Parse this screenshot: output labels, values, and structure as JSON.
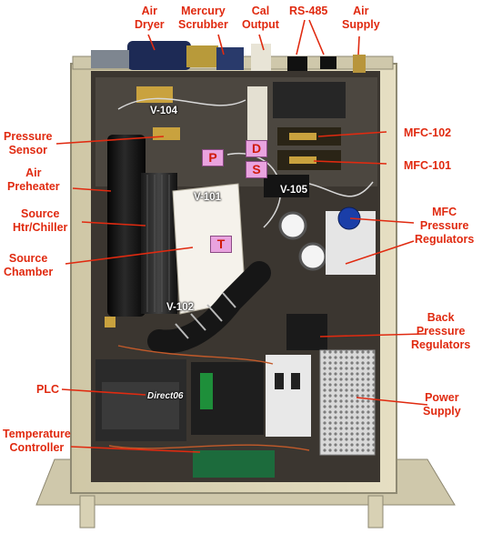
{
  "labels": {
    "air_dryer": [
      "Air",
      "Dryer"
    ],
    "mercury_scrubber": [
      "Mercury",
      "Scrubber"
    ],
    "cal_output": [
      "Cal",
      "Output"
    ],
    "rs485": "RS-485",
    "air_supply": [
      "Air",
      "Supply"
    ],
    "pressure_sensor": [
      "Pressure",
      "Sensor"
    ],
    "air_preheater": [
      "Air",
      "Preheater"
    ],
    "source_htr_chiller": [
      "Source",
      "Htr/Chiller"
    ],
    "source_chamber": [
      "Source",
      "Chamber"
    ],
    "mfc_102": "MFC-102",
    "mfc_101": "MFC-101",
    "mfc_pressure_regulators": [
      "MFC",
      "Pressure",
      "Regulators"
    ],
    "back_pressure_regulators": [
      "Back",
      "Pressure",
      "Regulators"
    ],
    "power_supply": [
      "Power",
      "Supply"
    ],
    "plc": "PLC",
    "temperature_controller": [
      "Temperature",
      "Controller"
    ]
  },
  "valves": {
    "v104": "V-104",
    "v101": "V-101",
    "v105": "V-105",
    "v102": "V-102"
  },
  "tags": {
    "p": "P",
    "d": "D",
    "s": "S",
    "t": "T"
  },
  "plc_logo": "Direct06",
  "colors": {
    "label": "#e02a10",
    "tag_fill": "#e9a3df",
    "enclosure": "#ddd6b8",
    "chamber": "#f4f1ea",
    "preheater": "#141414"
  }
}
